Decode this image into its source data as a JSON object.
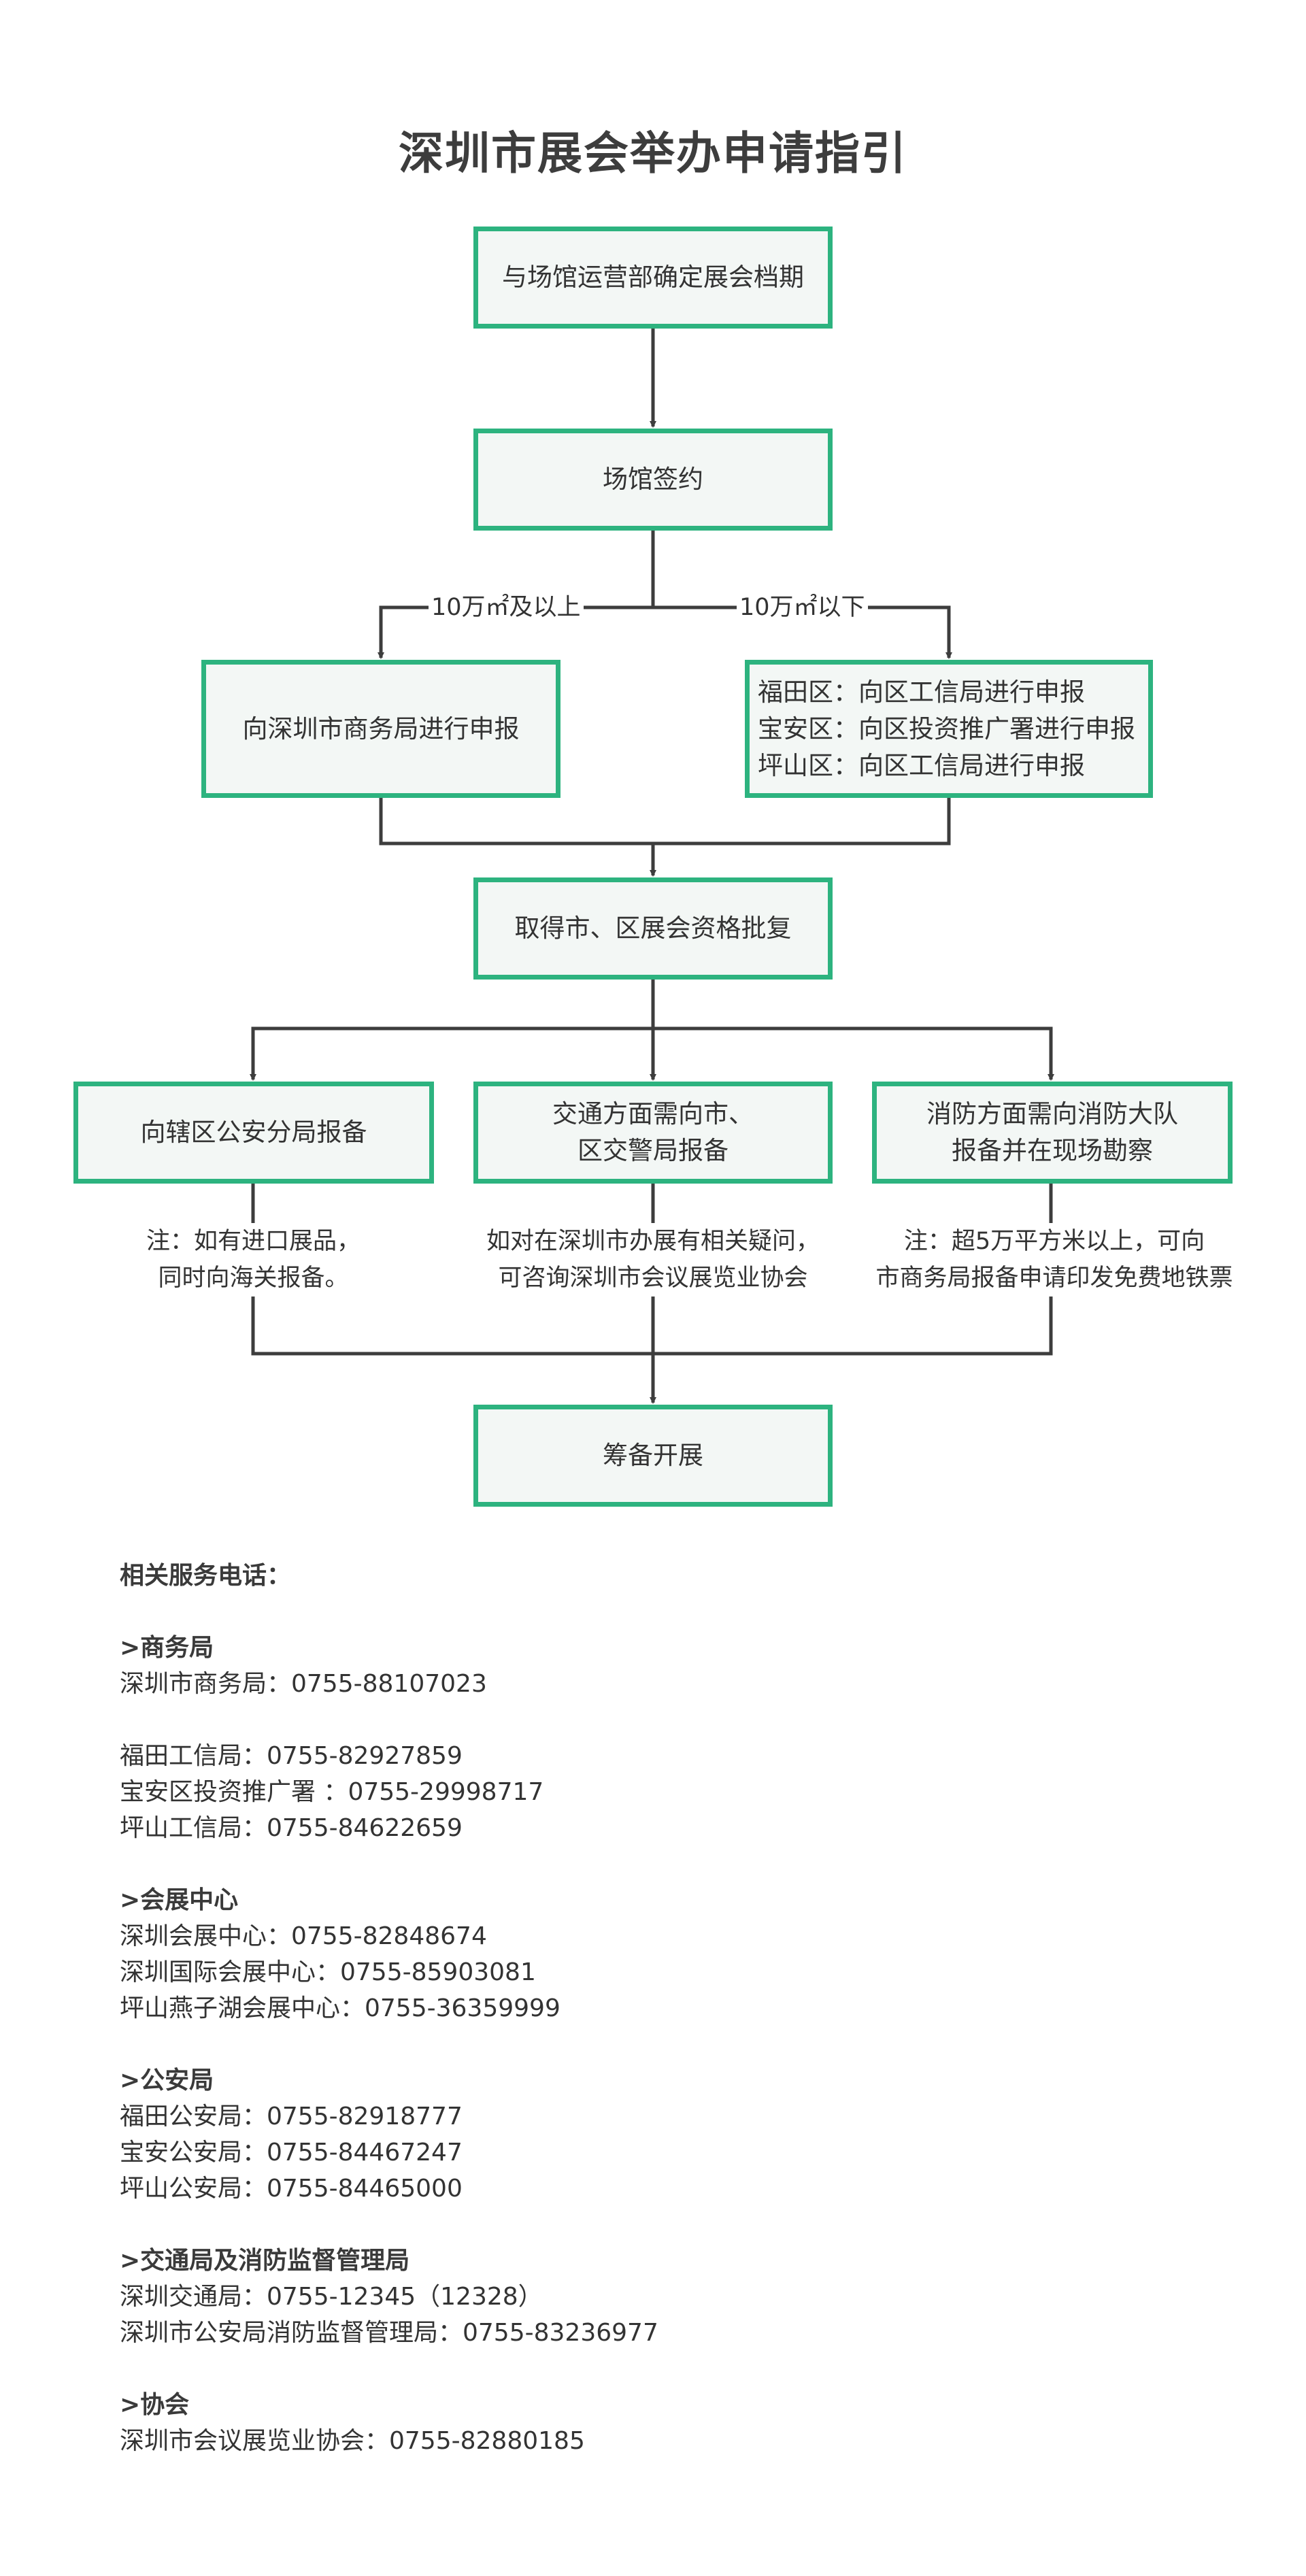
{
  "title": "深圳市展会举办申请指引",
  "flow": {
    "step1": "与场馆运营部确定展会档期",
    "step2": "场馆签约",
    "branch_left_label": "10万㎡及以上",
    "branch_right_label": "10万㎡以下",
    "report_city": "向深圳市商务局进行申报",
    "report_district": "福田区：向区工信局进行申报\n宝安区：向区投资推广署进行申报\n坪山区：向区工信局进行申报",
    "approval": "取得市、区展会资格批复",
    "police": "向辖区公安分局报备",
    "traffic": "交通方面需向市、\n区交警局报备",
    "fire": "消防方面需向消防大队\n报备并在现场勘察",
    "note_police": "注：如有进口展品，\n同时向海关报备。",
    "note_traffic": "如对在深圳市办展有相关疑问，\n可咨询深圳市会议展览业协会",
    "note_fire": "注：超5万平方米以上，可向\n市商务局报备申请印发免费地铁票",
    "final": "筹备开展"
  },
  "contacts": {
    "heading": "相关服务电话：",
    "groups": [
      {
        "name": ">商务局",
        "lines": [
          "深圳市商务局：0755-88107023"
        ],
        "extra": [
          "福田工信局：0755-82927859",
          "宝安区投资推广署 ：0755-29998717",
          "坪山工信局：0755-84622659"
        ]
      },
      {
        "name": ">会展中心",
        "lines": [
          "深圳会展中心：0755-82848674",
          "深圳国际会展中心：0755-85903081",
          "坪山燕子湖会展中心：0755-36359999"
        ]
      },
      {
        "name": ">公安局",
        "lines": [
          "福田公安局：0755-82918777",
          "宝安公安局：0755-84467247",
          "坪山公安局：0755-84465000"
        ]
      },
      {
        "name": ">交通局及消防监督管理局",
        "lines": [
          "深圳交通局：0755-12345（12328）",
          "深圳市公安局消防监督管理局：0755-83236977"
        ]
      },
      {
        "name": ">协会",
        "lines": [
          "深圳市会议展览业协会：0755-82880185"
        ]
      }
    ]
  },
  "colors": {
    "box_border": "#2db37f",
    "box_fill": "#f3f7f5",
    "connector": "#3d3d3d"
  }
}
